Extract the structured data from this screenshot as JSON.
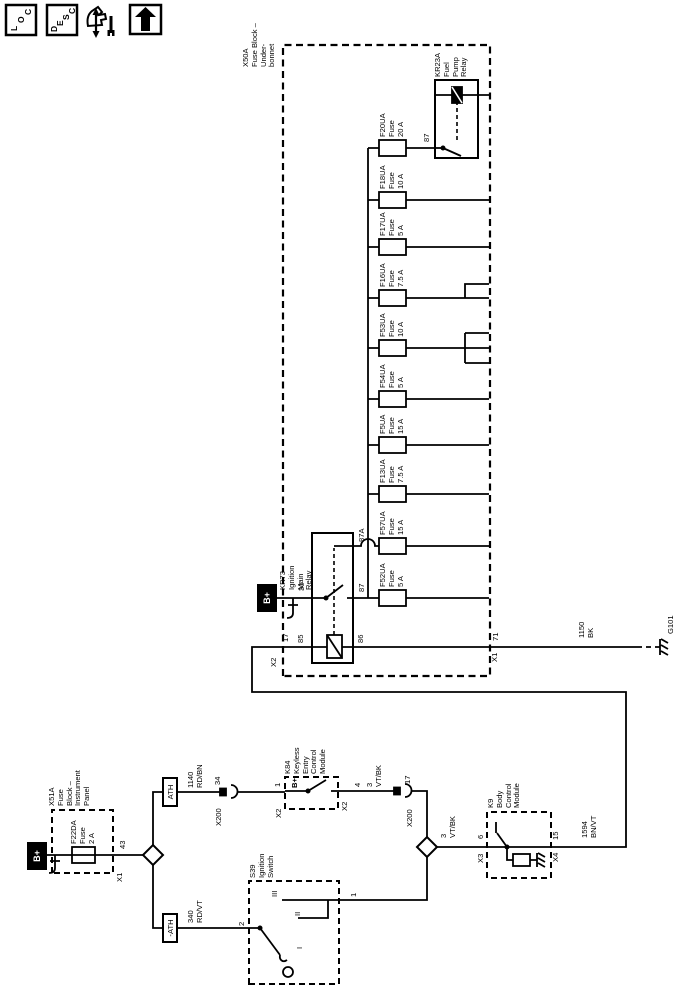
{
  "icons": {
    "loc": [
      "L",
      "O",
      "C"
    ],
    "desc": [
      "D",
      "E",
      "S",
      "C"
    ],
    "hand_wrench": "hand-wrench",
    "up_arrow": "up-arrow"
  },
  "power": {
    "b_plus_main": "B+",
    "b_plus_underbonnet": "B+"
  },
  "blocks": {
    "x50a": {
      "label": "X50A\nFuse Block –\nUnder-\nbonnet",
      "conn_x2": "X2",
      "pin_17": "17",
      "conn_x1": "X1",
      "pin_71": "71"
    },
    "x51a": {
      "label": "X51A\nFuse\nBlock –\nInstrument\nPanel",
      "fuse_label": "F22DA\nFuse\n2 A",
      "conn_x1": "X1",
      "pin_43": "43"
    }
  },
  "fuses": [
    {
      "label": "F52UA\nFuse\n5 A"
    },
    {
      "label": "F57UA\nFuse\n15 A"
    },
    {
      "label": "F13UA\nFuse\n7.5 A"
    },
    {
      "label": "F5UA\nFuse\n15 A"
    },
    {
      "label": "F54UA\nFuse\n5 A"
    },
    {
      "label": "F53UA\nFuse\n10 A"
    },
    {
      "label": "F16UA\nFuse\n7.5 A"
    },
    {
      "label": "F17UA\nFuse\n5 A"
    },
    {
      "label": "F18UA\nFuse\n10 A"
    },
    {
      "label": "F20UA\nFuse\n20 A"
    }
  ],
  "relays": {
    "kr73": {
      "label": "KR73\nIgnition\nMain\nRelay",
      "t30": "30",
      "t85": "85",
      "t86": "86",
      "t87": "87",
      "t87a": "87A"
    },
    "kr23a": {
      "label": "KR23A\nFuel\nPump\nRelay",
      "t87": "87"
    }
  },
  "modules": {
    "k84": {
      "label": "K84\nKeyless\nEntry\nControl\nModule",
      "b_plus": "B+",
      "conn_in": "X2",
      "pin_in": "1",
      "conn_out": "X2",
      "pin_out": "4"
    },
    "k9": {
      "label": "K9\nBody\nControl\nModule",
      "conn_in": "X3",
      "pin_in": "6",
      "conn_out": "X4",
      "pin_out": "15"
    },
    "s39": {
      "label": "S39\nIgnition\nSwitch",
      "pin_2": "2",
      "pin_1": "1",
      "pos_i": "I",
      "pos_ii": "II",
      "pos_iii": "III"
    }
  },
  "links": {
    "ath": "ATH",
    "minus_ath": "-ATH"
  },
  "splices": {
    "x200_a": {
      "name": "X200",
      "pin": "34"
    },
    "x200_b": {
      "name": "X200",
      "pin": "17"
    }
  },
  "wires": {
    "w1140": "1140\nRD/BN",
    "w340": "340\nRD/VT",
    "w3vtbk_a": "3\nVT/BK",
    "w3vtbk_b": "3\nVT/BK",
    "w1594": "1594\nBN/VT",
    "w1150": "1150\nBK"
  },
  "ground": {
    "g101": "G101"
  }
}
